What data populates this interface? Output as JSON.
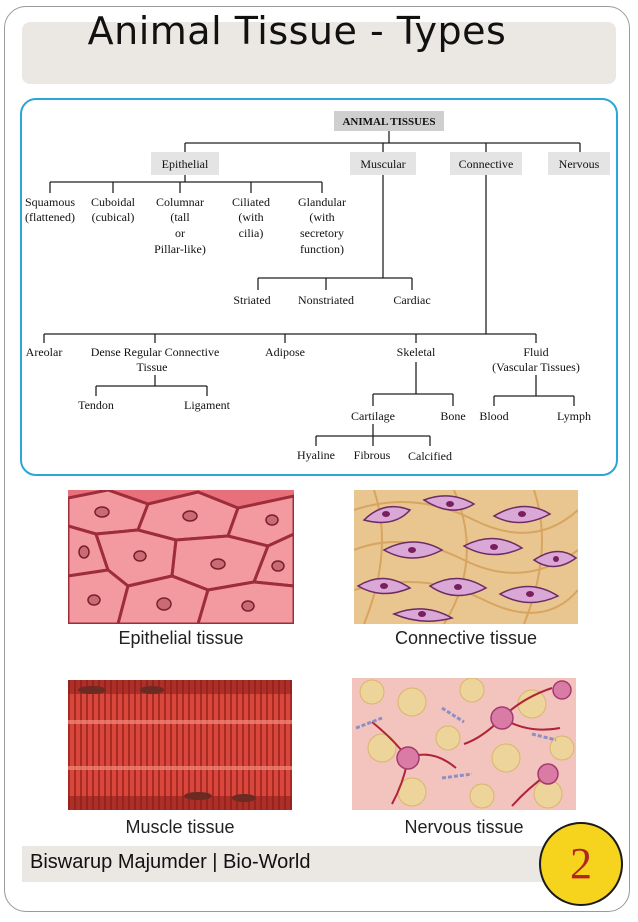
{
  "title": "Animal Tissue - Types",
  "diagram": {
    "root": "ANIMAL TISSUES",
    "main": {
      "epithelial": "Epithelial",
      "muscular": "Muscular",
      "connective": "Connective",
      "nervous": "Nervous"
    },
    "epithelial_types": {
      "squamous": [
        "Squamous",
        "(flattened)"
      ],
      "cuboidal": [
        "Cuboidal",
        "(cubical)"
      ],
      "columnar": [
        "Columnar",
        "(tall",
        "or",
        "Pillar-like)"
      ],
      "ciliated": [
        "Ciliated",
        "(with",
        "cilia)"
      ],
      "glandular": [
        "Glandular",
        "(with",
        "secretory",
        "function)"
      ]
    },
    "muscular_types": {
      "striated": "Striated",
      "nonstriated": "Nonstriated",
      "cardiac": "Cardiac"
    },
    "connective_types": {
      "areolar": "Areolar",
      "dense": [
        "Dense Regular Connective",
        "Tissue"
      ],
      "adipose": "Adipose",
      "skeletal": "Skeletal",
      "fluid": [
        "Fluid",
        "(Vascular Tissues)"
      ]
    },
    "dense_types": {
      "tendon": "Tendon",
      "ligament": "Ligament"
    },
    "skeletal_types": {
      "cartilage": "Cartilage",
      "bone": "Bone"
    },
    "cartilage_types": {
      "hyaline": "Hyaline",
      "fibrous": "Fibrous",
      "calcified": "Calcified"
    },
    "fluid_types": {
      "blood": "Blood",
      "lymph": "Lymph"
    }
  },
  "images": {
    "epithelial_caption": "Epithelial tissue",
    "connective_caption": "Connective tissue",
    "muscle_caption": "Muscle tissue",
    "nervous_caption": "Nervous tissue"
  },
  "footer": {
    "author": "Biswarup Majumder | Bio-World",
    "page_number": "2"
  },
  "colors": {
    "frame_blue": "#2aa6d8",
    "badge_yellow": "#f6d31c",
    "page_number_red": "#b1261e",
    "header_gray": "#ebe8e4"
  }
}
